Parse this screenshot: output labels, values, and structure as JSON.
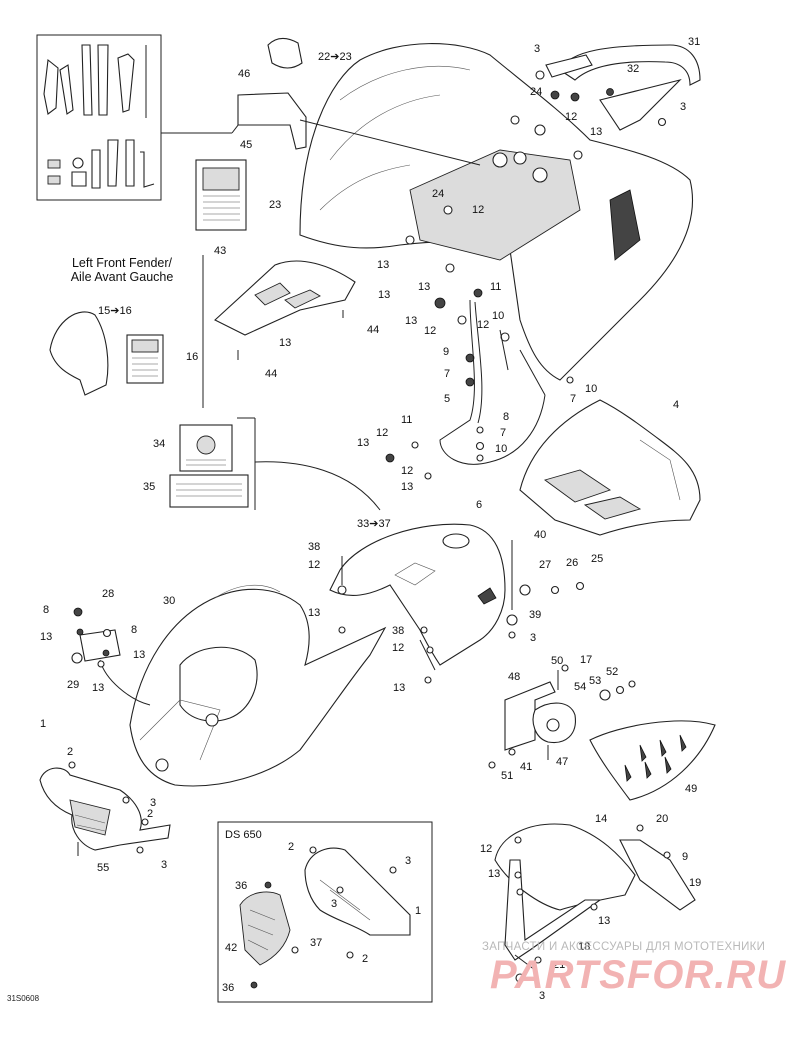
{
  "figure": {
    "left_fender_title": "Left Front Fender/",
    "left_fender_subtitle": "Aile Avant Gauche",
    "ds_label": "DS 650",
    "drawing_code": "31S0608",
    "watermark_text": "ЗАПЧАСТИ И АКСЕССУАРЫ ДЛЯ МОТОТЕХНИКИ",
    "watermark_logo": "PARTSFOR.RU"
  },
  "callouts": {
    "c46": "46",
    "c45": "45",
    "c22": "22➔23",
    "c23": "23",
    "c43": "43",
    "c13a": "13",
    "c13b": "13",
    "c44a": "44",
    "c44b": "44",
    "c15": "15➔16",
    "c16": "16",
    "c34": "34",
    "c35": "35",
    "c3a": "3",
    "c31": "31",
    "c32": "32",
    "c24a": "24",
    "c12a": "12",
    "c3b": "3",
    "c13c": "13",
    "c24b": "24",
    "c12b": "12",
    "c13d": "13",
    "c13e": "13",
    "c11a": "11",
    "c13f": "13",
    "c12c": "12",
    "c12d": "12",
    "c10a": "10",
    "c9a": "9",
    "c7a": "7",
    "c10b": "10",
    "c7b": "7",
    "c5": "5",
    "c4": "4",
    "c8a": "8",
    "c11b": "11",
    "c7c": "7",
    "c12e": "12",
    "c13g": "13",
    "c10c": "10",
    "c12f": "12",
    "c13h": "13",
    "c6": "6",
    "c33": "33➔37",
    "c38a": "38",
    "c12g": "12",
    "c40": "40",
    "c27": "27",
    "c26": "26",
    "c25": "25",
    "c13i": "13",
    "c39": "39",
    "c38b": "38",
    "c12h": "12",
    "c3c": "3",
    "c13j": "13",
    "c30": "30",
    "c28": "28",
    "c8b": "8",
    "c13k": "13",
    "c8c": "8",
    "c13l": "13",
    "c29": "29",
    "c13m": "13",
    "c50": "50",
    "c17": "17",
    "c52": "52",
    "c53": "53",
    "c48": "48",
    "c54": "54",
    "c51": "51",
    "c41": "41",
    "c47": "47",
    "c49": "49",
    "c1a": "1",
    "c2a": "2",
    "c3d": "3",
    "c2b": "2",
    "c3e": "3",
    "c55": "55",
    "c2c": "2",
    "c3f": "3",
    "c36a": "36",
    "c3g": "3",
    "c1b": "1",
    "c42": "42",
    "c37": "37",
    "c2d": "2",
    "c36b": "36",
    "c14": "14",
    "c20": "20",
    "c9b": "9",
    "c12i": "12",
    "c13n": "13",
    "c19": "19",
    "c13o": "13",
    "c18": "18",
    "c21": "21",
    "c3h": "3"
  }
}
